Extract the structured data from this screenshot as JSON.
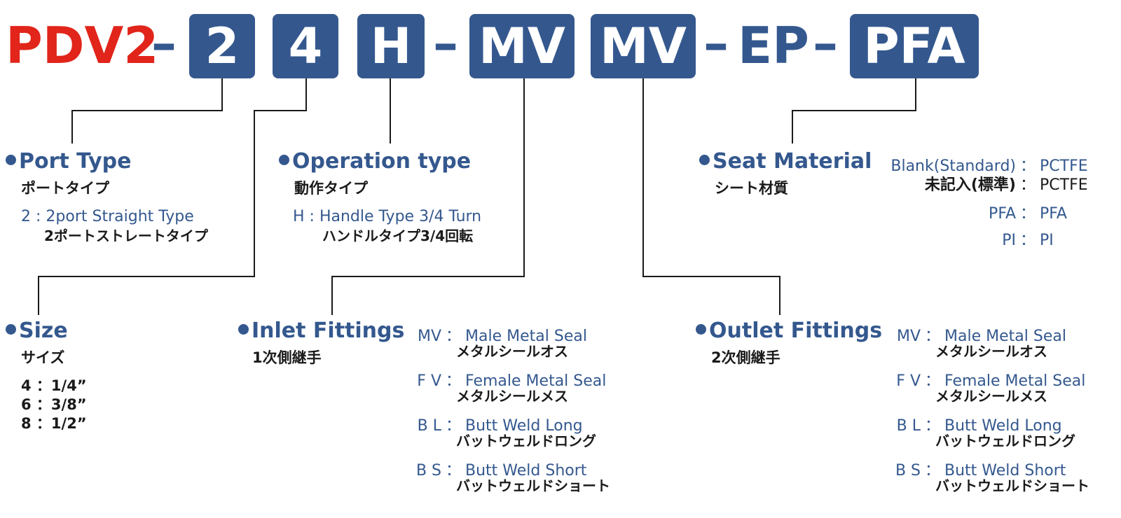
{
  "code": {
    "prefix": "PDV2",
    "dash": "–",
    "port": "2",
    "size": "4",
    "operation": "H",
    "inlet": "MV",
    "outlet": "MV",
    "surface": "EP",
    "seat": "PFA"
  },
  "colors": {
    "accent": "#34588e",
    "prefix": "#e1251b",
    "text": "#1a1a1a"
  },
  "port_type": {
    "title": "Port Type",
    "subtitle": "ポートタイプ",
    "options": [
      {
        "code": "2",
        "sep": ":",
        "label": "2port Straight Type",
        "jp": "2ポートストレートタイプ"
      }
    ]
  },
  "operation_type": {
    "title": "Operation type",
    "subtitle": "動作タイプ",
    "options": [
      {
        "code": "H",
        "sep": ":",
        "label": "Handle Type 3/4 Turn",
        "jp": "ハンドルタイプ3/4回転"
      }
    ]
  },
  "seat_material": {
    "title": "Seat Material",
    "subtitle": "シート材質",
    "options": [
      {
        "key": "Blank(Standard)",
        "value": "PCTFE"
      },
      {
        "key": "未記入(標準)",
        "value": "PCTFE"
      },
      {
        "key": "PFA",
        "value": "PFA"
      },
      {
        "key": "PI",
        "value": "PI"
      }
    ]
  },
  "size": {
    "title": "Size",
    "subtitle": "サイズ",
    "options": [
      "4 ：1/4”",
      "6 ：3/8”",
      "8 ：1/2”"
    ]
  },
  "inlet_fittings": {
    "title": "Inlet Fittings",
    "subtitle": "1次側継手",
    "options": [
      {
        "code": "MV",
        "label": "Male Metal Seal",
        "jp": "メタルシールオス"
      },
      {
        "code": "F V",
        "label": "Female Metal Seal",
        "jp": "メタルシールメス"
      },
      {
        "code": "B L",
        "label": "Butt Weld Long",
        "jp": "バットウェルドロング"
      },
      {
        "code": "B S",
        "label": "Butt Weld Short",
        "jp": "バットウェルドショート"
      }
    ]
  },
  "outlet_fittings": {
    "title": "Outlet Fittings",
    "subtitle": "2次側継手",
    "options": [
      {
        "code": "MV",
        "label": "Male Metal Seal",
        "jp": "メタルシールオス"
      },
      {
        "code": "F V",
        "label": "Female Metal Seal",
        "jp": "メタルシールメス"
      },
      {
        "code": "B L",
        "label": "Butt Weld Long",
        "jp": "バットウェルドロング"
      },
      {
        "code": "B S",
        "label": "Butt Weld Short",
        "jp": "バットウェルドショート"
      }
    ]
  }
}
